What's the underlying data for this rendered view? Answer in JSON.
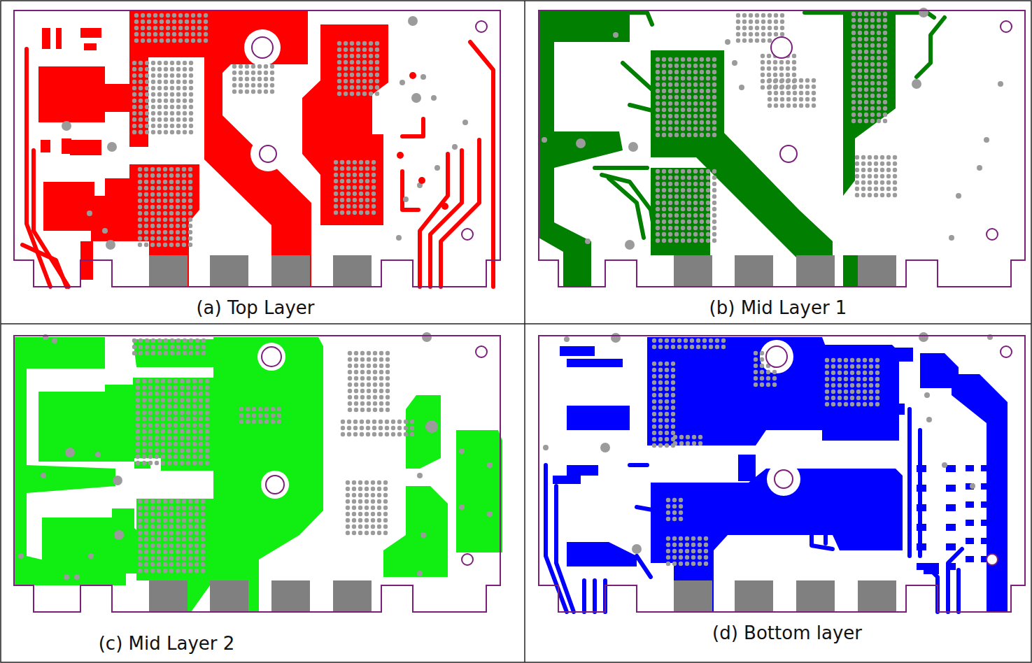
{
  "diagram": {
    "labels": [
      "(a) Top Layer",
      "(b) Mid Layer 1",
      "(c) Mid Layer 2",
      "(d) Bottom layer"
    ]
  }
}
